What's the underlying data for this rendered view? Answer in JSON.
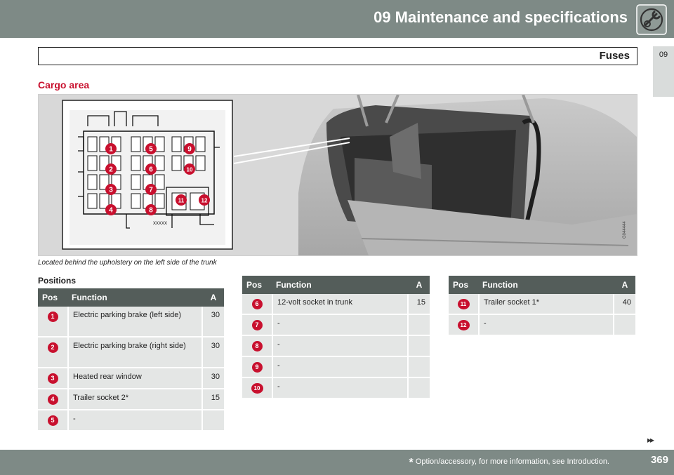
{
  "header": {
    "chapter_title": "09 Maintenance and specifications",
    "section_title": "Fuses",
    "side_tab": "09",
    "icon": "wrench-gear-icon"
  },
  "heading": "Cargo area",
  "figure": {
    "caption": "Located behind the upholstery on the left side of the trunk",
    "code": "G044444",
    "fuse_box_label": "XXXXX",
    "callouts": [
      "1",
      "2",
      "3",
      "4",
      "5",
      "6",
      "7",
      "8",
      "9",
      "10",
      "11",
      "12"
    ]
  },
  "positions_label": "Positions",
  "tables": [
    {
      "headers": [
        "Pos",
        "Function",
        "A"
      ],
      "rows": [
        {
          "pos": "1",
          "function": "Electric parking brake (left side)",
          "amps": "30"
        },
        {
          "pos": "2",
          "function": "Electric parking brake (right side)",
          "amps": "30"
        },
        {
          "pos": "3",
          "function": "Heated rear window",
          "amps": "30"
        },
        {
          "pos": "4",
          "function": "Trailer socket 2*",
          "amps": "15"
        },
        {
          "pos": "5",
          "function": "-",
          "amps": ""
        }
      ]
    },
    {
      "headers": [
        "Pos",
        "Function",
        "A"
      ],
      "rows": [
        {
          "pos": "6",
          "function": "12-volt socket in trunk",
          "amps": "15"
        },
        {
          "pos": "7",
          "function": "-",
          "amps": ""
        },
        {
          "pos": "8",
          "function": "-",
          "amps": ""
        },
        {
          "pos": "9",
          "function": "-",
          "amps": ""
        },
        {
          "pos": "10",
          "function": "-",
          "amps": ""
        }
      ]
    },
    {
      "headers": [
        "Pos",
        "Function",
        "A"
      ],
      "rows": [
        {
          "pos": "11",
          "function": "Trailer socket 1*",
          "amps": "40"
        },
        {
          "pos": "12",
          "function": "-",
          "amps": ""
        }
      ]
    }
  ],
  "footer": {
    "asterisk": "*",
    "note": "Option/accessory, for more information, see Introduction.",
    "page": "369",
    "next_icon": "double-chevron-right-icon"
  },
  "colors": {
    "accent_red": "#c8102e",
    "bar_gray": "#7e8a86",
    "table_header": "#545d5a",
    "table_row": "#e4e6e5"
  }
}
